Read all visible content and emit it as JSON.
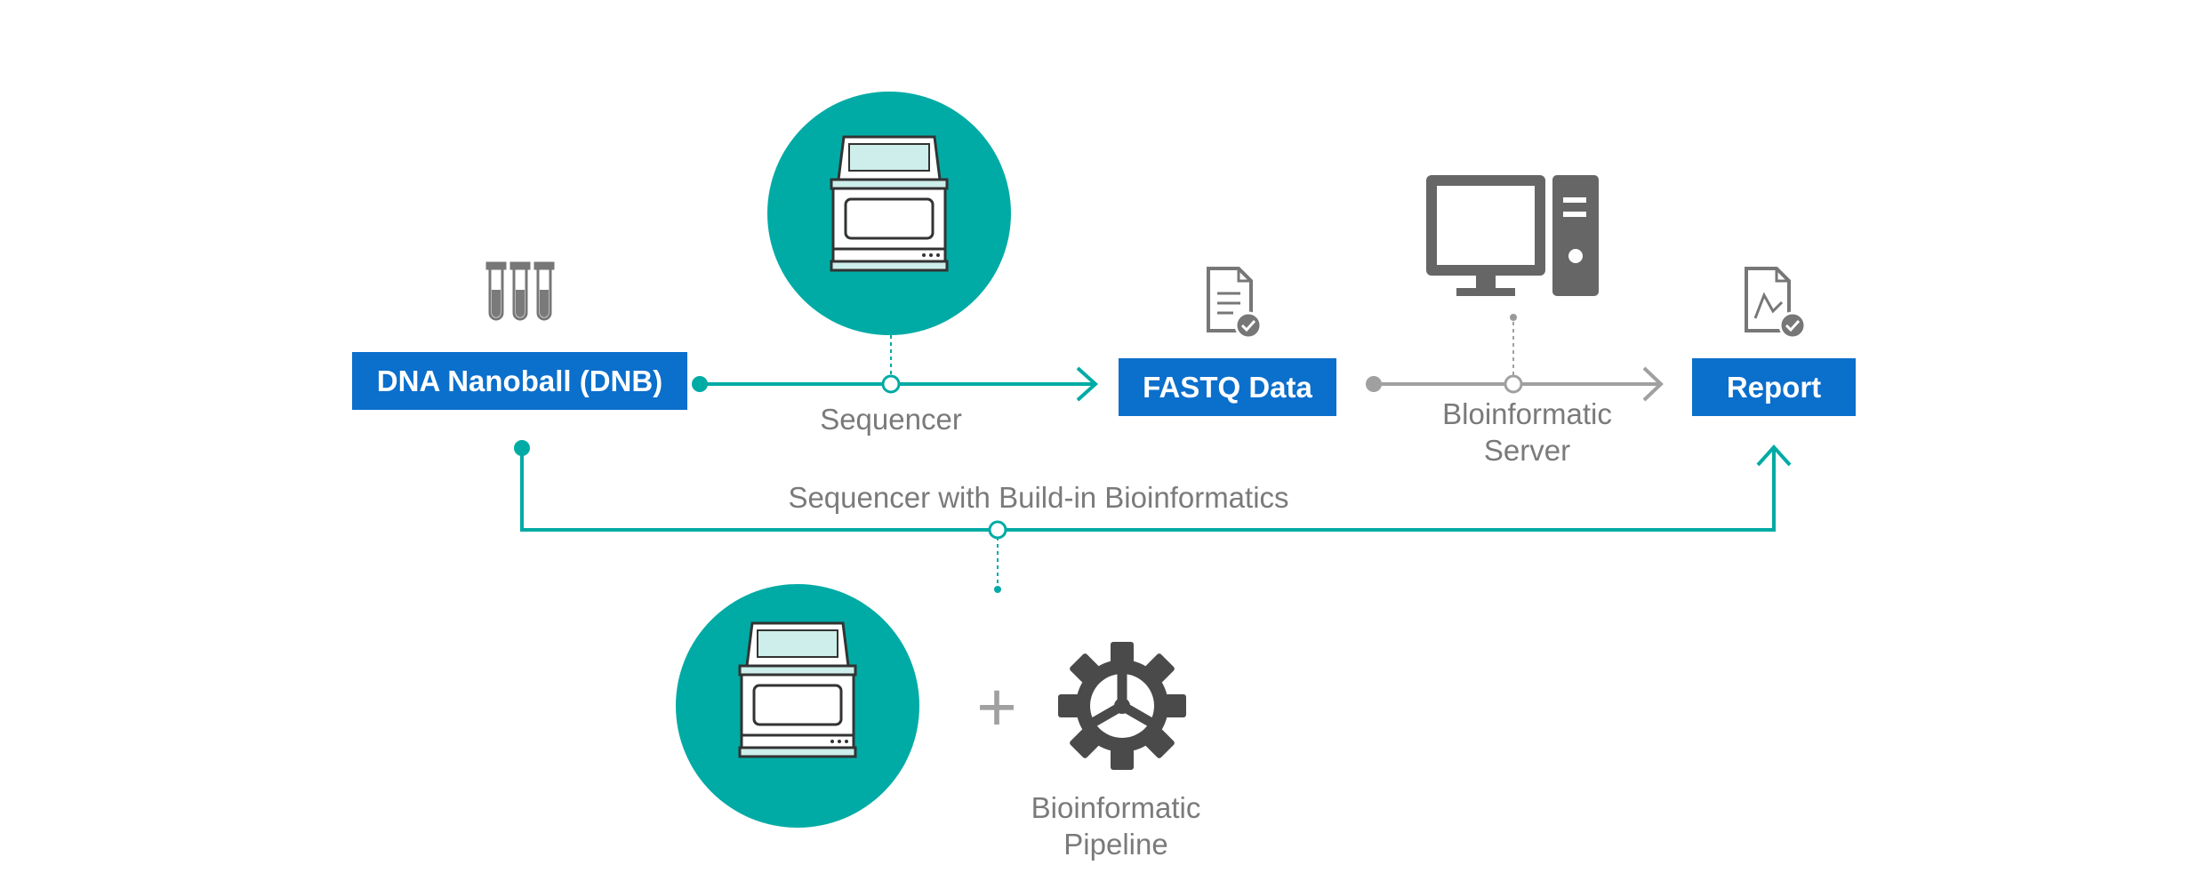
{
  "nodes": {
    "dnb": "DNA Nanoball (DNB)",
    "fastq": "FASTQ Data",
    "report": "Report"
  },
  "labels": {
    "sequencer": "Sequencer",
    "server_line1": "Bloinformatic",
    "server_line2": "Server",
    "combined": "Sequencer with Build-in Bioinformatics",
    "pipeline_line1": "Bioinformatic",
    "pipeline_line2": "Pipeline",
    "plus": "+"
  },
  "icons": {
    "tubes": "test-tubes-icon",
    "sequencer": "sequencer-machine-icon",
    "fastq": "document-check-icon",
    "server": "desktop-computer-icon",
    "report": "report-document-icon",
    "pipeline": "gear-icon"
  },
  "colors": {
    "teal": "#00aba5",
    "blue": "#0b6fcc",
    "gray": "#999999",
    "dark_gray": "#4a4a4a"
  }
}
